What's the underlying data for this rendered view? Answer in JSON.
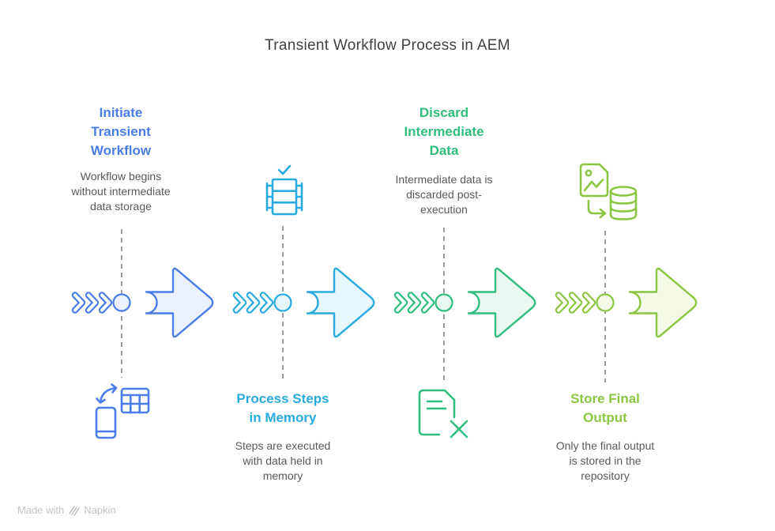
{
  "title": "Transient Workflow Process in AEM",
  "colors": {
    "step1_blue": "#4A7DE9",
    "step2_cyan": "#29ABE2",
    "step3_green": "#2FBE7D",
    "step4_lime": "#8CC640",
    "title_gray": "#3E4144",
    "body_gray": "#57595C",
    "connector_gray": "#9C9C9C"
  },
  "steps": [
    {
      "title": "Initiate\nTransient\nWorkflow",
      "description": "Workflow begins\nwithout intermediate\ndata storage",
      "color": "#4A7DE9",
      "icon": "device-sync-table-icon",
      "text_position": "top"
    },
    {
      "title": "Process Steps\nin Memory",
      "description": "Steps are executed\nwith data held in\nmemory",
      "color": "#29ABE2",
      "icon": "memory-stack-check-icon",
      "text_position": "bottom"
    },
    {
      "title": "Discard\nIntermediate\nData",
      "description": "Intermediate data is\ndiscarded post-\nexecution",
      "color": "#2FBE7D",
      "icon": "document-delete-icon",
      "text_position": "top"
    },
    {
      "title": "Store Final\nOutput",
      "description": "Only the final output\nis stored in the\nrepository",
      "color": "#8CC640",
      "icon": "image-to-database-icon",
      "text_position": "bottom"
    }
  ],
  "footer": {
    "made_with": "Made with",
    "brand": "Napkin"
  }
}
